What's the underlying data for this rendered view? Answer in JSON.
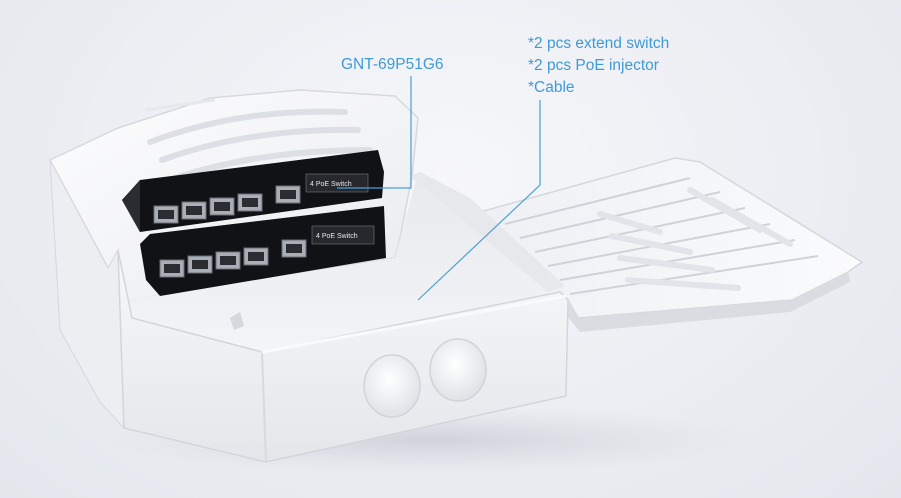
{
  "callouts": {
    "model": "GNT-69P51G6",
    "contents": [
      "*2 pcs extend switch",
      "*2 pcs PoE injector",
      "*Cable"
    ]
  },
  "switch_labels": [
    "4 PoE Switch",
    "4 PoE Switch"
  ],
  "colors": {
    "callout_text": "#3f9ad6",
    "callout_line": "#4a9fd8",
    "enclosure": "#f2f3f5",
    "switch_body": "#111216"
  }
}
